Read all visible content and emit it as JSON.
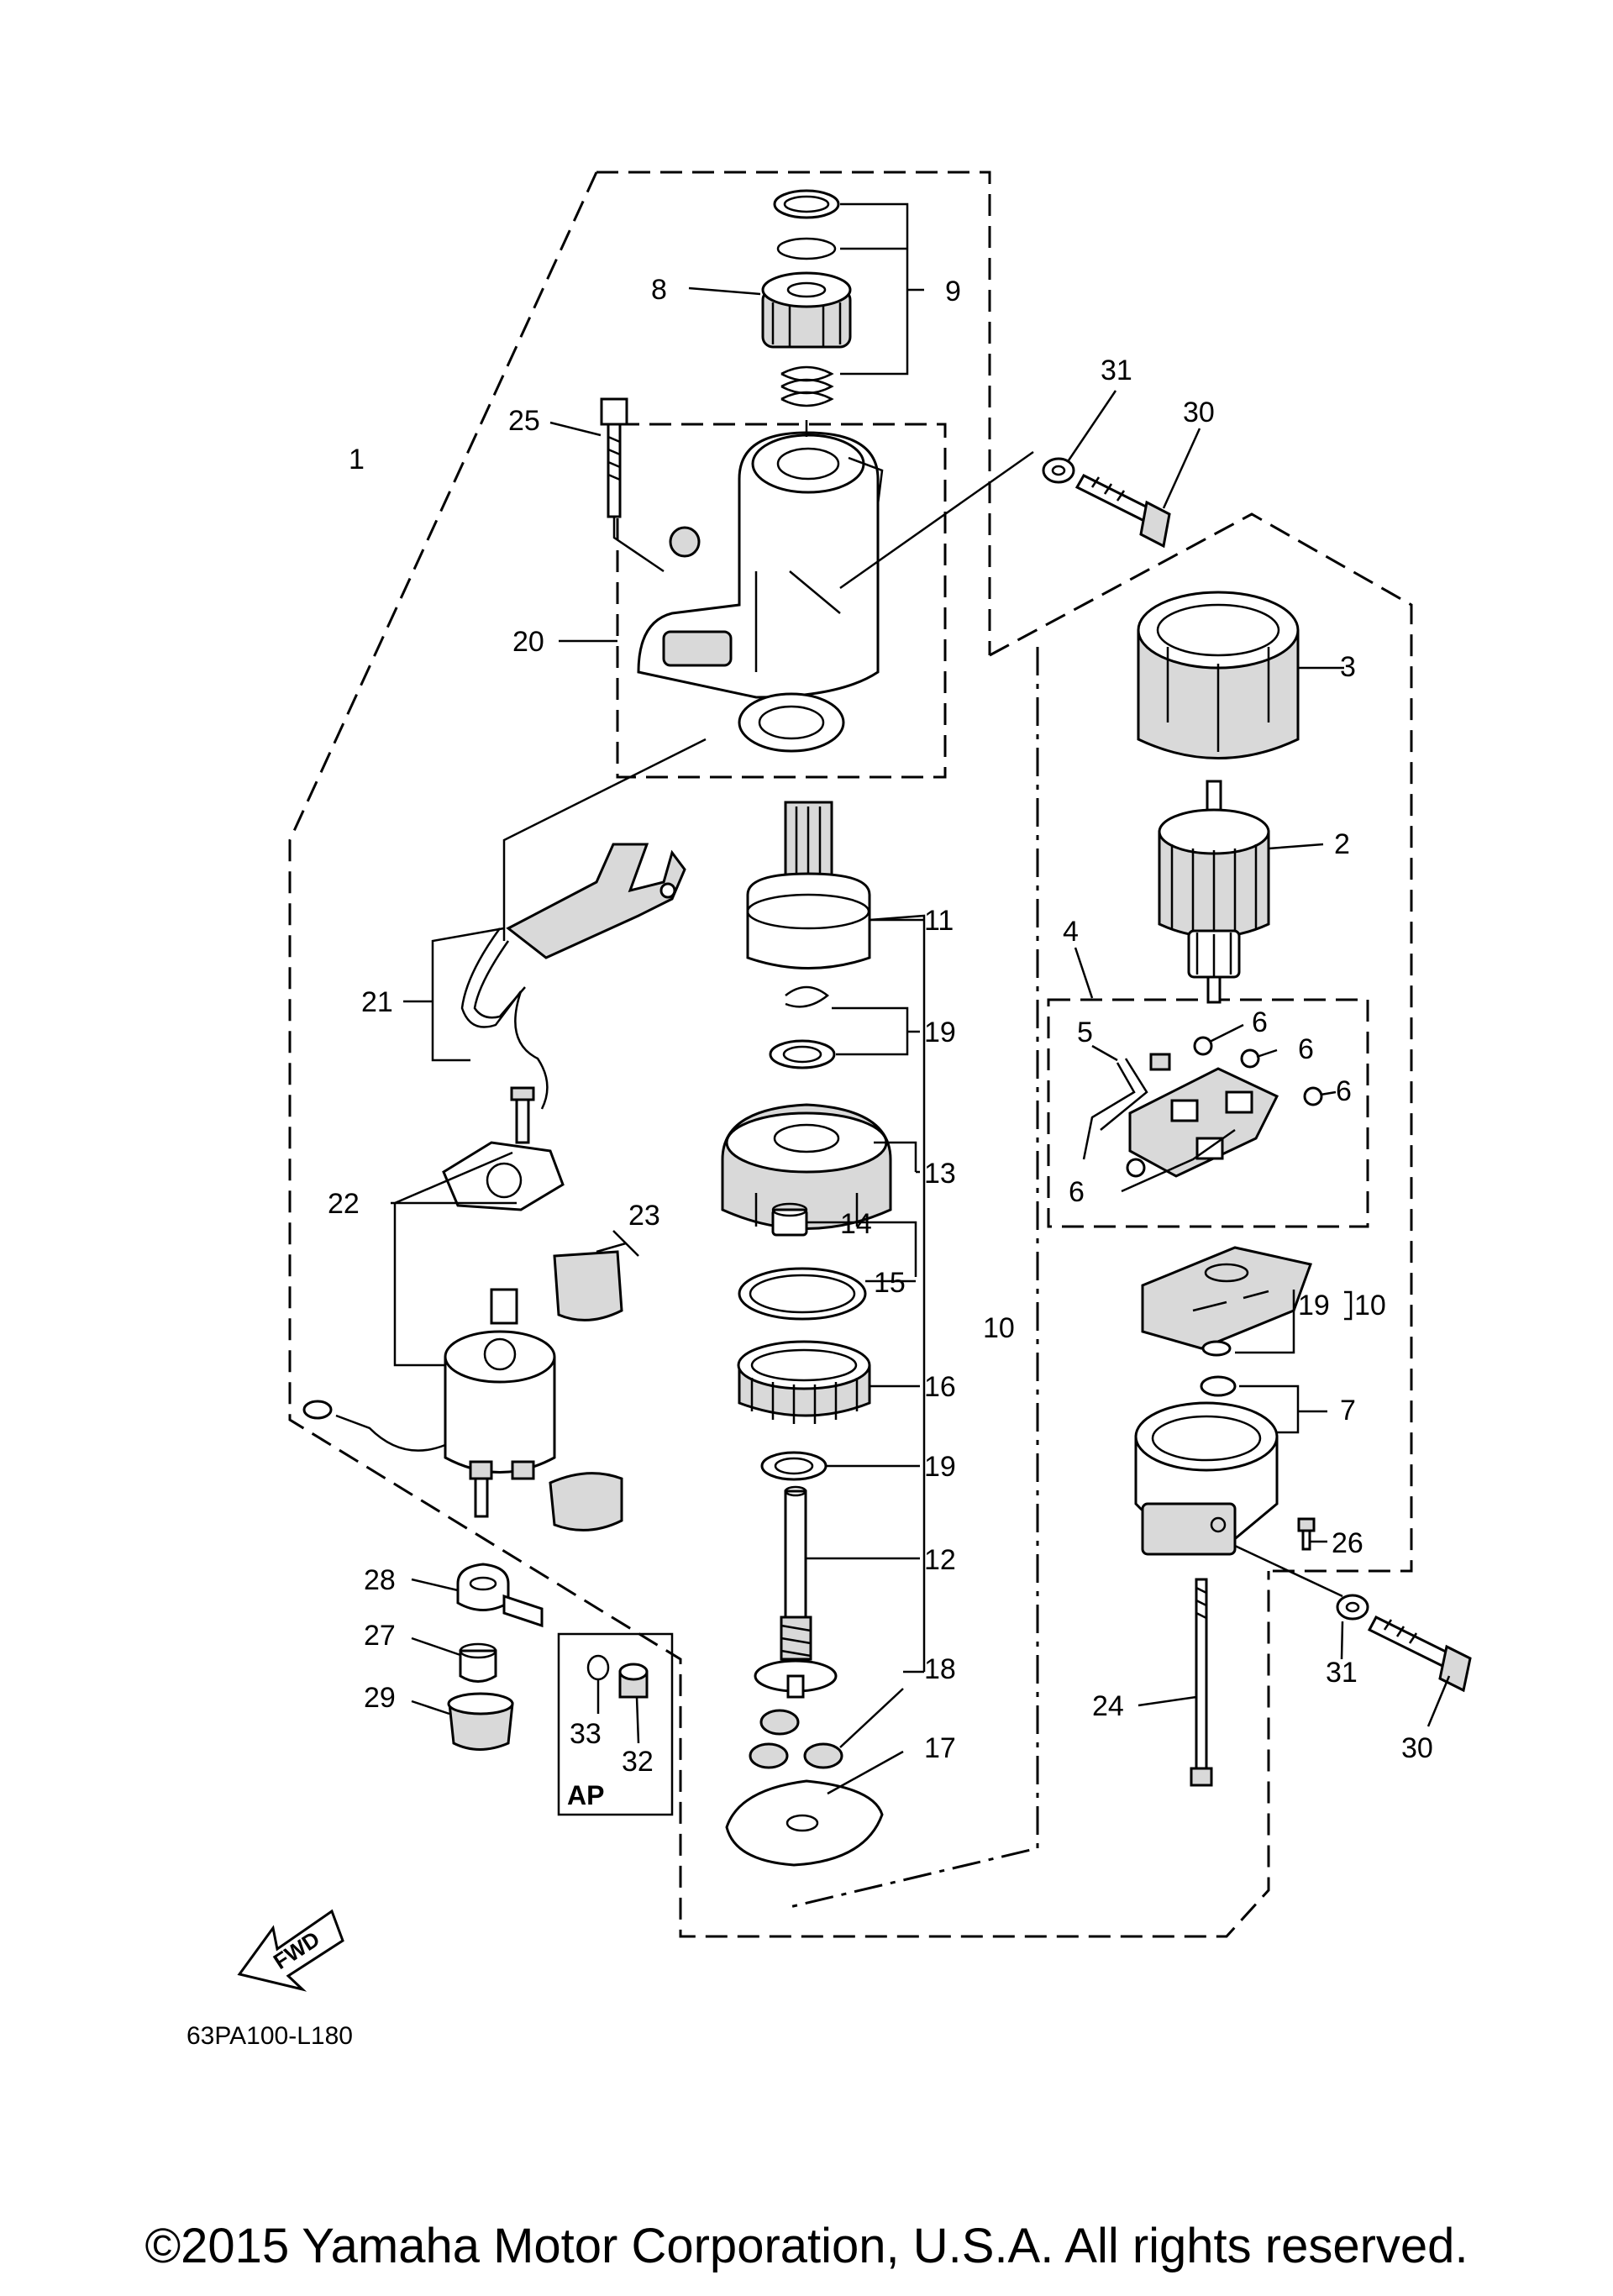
{
  "diagram": {
    "drawing_code": "63PA100-L180",
    "fwd_label": "FWD",
    "ap_label": "AP",
    "labels": {
      "l1": "1",
      "l2": "2",
      "l3": "3",
      "l4": "4",
      "l5": "5",
      "l6a": "6",
      "l6b": "6",
      "l6c": "6",
      "l6d": "6",
      "l7": "7",
      "l8": "8",
      "l9": "9",
      "l10a": "10",
      "l10b": "10",
      "l11": "11",
      "l12": "12",
      "l13": "13",
      "l14": "14",
      "l15": "15",
      "l16": "16",
      "l17": "17",
      "l18": "18",
      "l19a": "19",
      "l19b": "19",
      "l19c": "19",
      "l20": "20",
      "l21": "21",
      "l22": "22",
      "l23": "23",
      "l24": "24",
      "l25": "25",
      "l26": "26",
      "l27": "27",
      "l28": "28",
      "l29": "29",
      "l30a": "30",
      "l30b": "30",
      "l31a": "31",
      "l31b": "31",
      "l32": "32",
      "l33": "33"
    }
  },
  "footer": {
    "copyright": "©2015 Yamaha Motor Corporation, U.S.A. All rights reserved."
  }
}
